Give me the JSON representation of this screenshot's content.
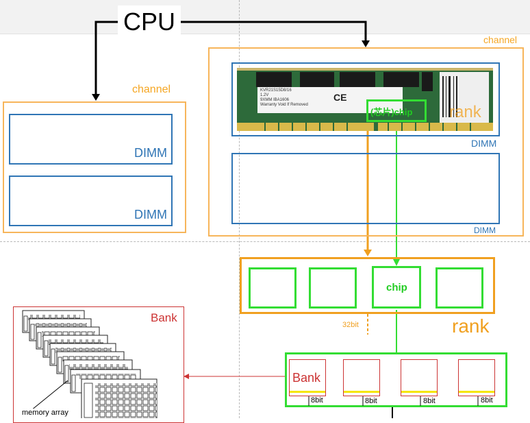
{
  "cpu_label": "CPU",
  "left_channel": {
    "label": "channel",
    "dimms": [
      "DIMM",
      "DIMM"
    ]
  },
  "right_channel": {
    "label": "channel",
    "dimms": [
      "DIMM",
      "DIMM"
    ]
  },
  "module_photo": {
    "sticker_lines": [
      "KVR21S15D8/16",
      "1.2V",
      "9XMM IBA1606",
      "Warranty Void If Removed"
    ],
    "chip_callout": "(芯片)chip",
    "rank_overlay": "rank"
  },
  "rank_diagram": {
    "label": "rank",
    "chip_label": "chip",
    "width_label": "32bit"
  },
  "chip_detail": {
    "bank_label": "Bank",
    "bit_labels": [
      "8bit",
      "8bit",
      "8bit",
      "8bit"
    ]
  },
  "bank_detail": {
    "title": "Bank",
    "memory_array_label": "memory array"
  },
  "colors": {
    "channel": "#f7b55a",
    "dimm": "#2f75b5",
    "chip": "#33dd33",
    "rank": "#f0a020",
    "bank": "#cc3333"
  }
}
